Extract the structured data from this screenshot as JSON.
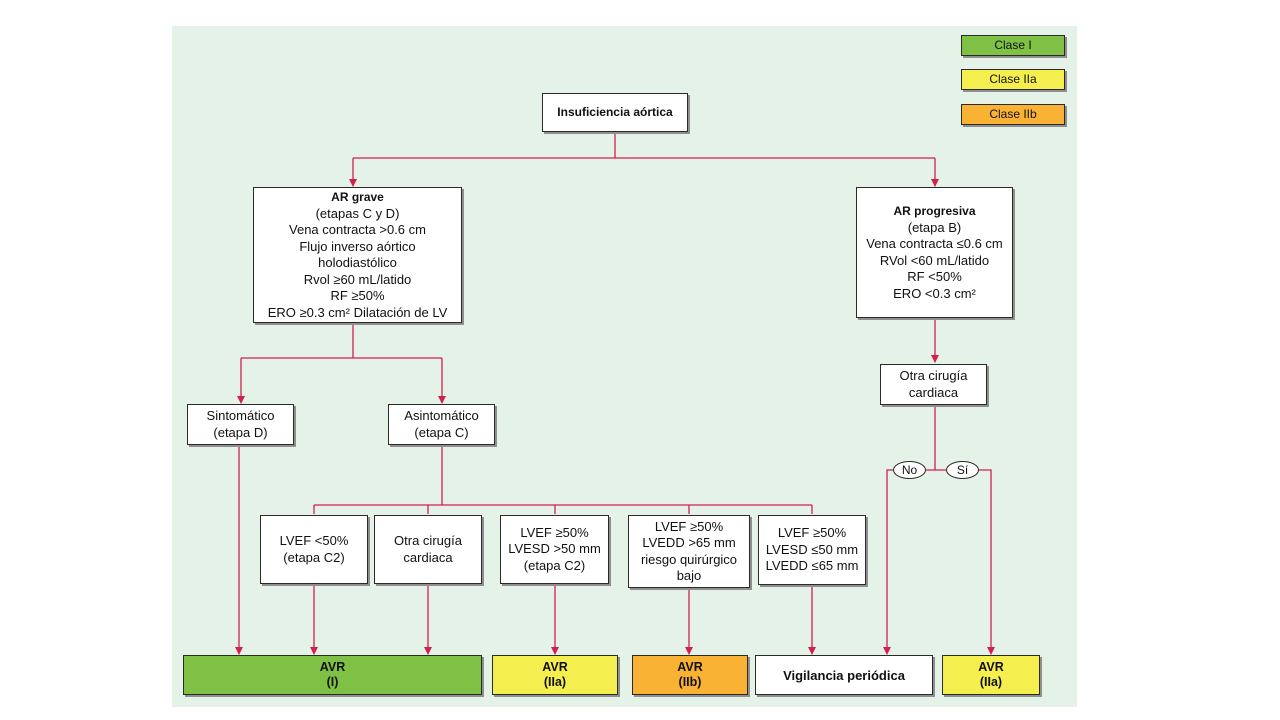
{
  "legend": [
    {
      "label": "Clase I",
      "color": "#7fc144"
    },
    {
      "label": "Clase IIa",
      "color": "#f4ee4f"
    },
    {
      "label": "Clase IIb",
      "color": "#f9b233"
    }
  ],
  "root": {
    "label": "Insuficiencia aórtica"
  },
  "severe": {
    "title": "AR grave",
    "lines": [
      "(etapas C y D)",
      "Vena contracta >0.6 cm",
      "Flujo inverso aórtico",
      "holodiastólico",
      "Rvol ≥60 mL/latido",
      "RF ≥50%",
      "ERO ≥0.3 cm² Dilatación de LV"
    ]
  },
  "progressive": {
    "title": "AR progresiva",
    "lines": [
      "(etapa B)",
      "Vena contracta ≤0.6 cm",
      "RVol <60 mL/latido",
      "RF <50%",
      "ERO <0.3 cm²"
    ]
  },
  "symptomatic": {
    "lines": [
      "Sintomático",
      "(etapa D)"
    ]
  },
  "asymptomatic": {
    "lines": [
      "Asintomático",
      "(etapa C)"
    ]
  },
  "other_surgery_right": {
    "lines": [
      "Otra cirugía",
      "cardiaca"
    ]
  },
  "decision": {
    "no": "No",
    "yes": "Sí"
  },
  "criteria": [
    {
      "lines": [
        "LVEF <50%",
        "(etapa C2)"
      ]
    },
    {
      "lines": [
        "Otra cirugía",
        "cardiaca"
      ]
    },
    {
      "lines": [
        "LVEF ≥50%",
        "LVESD >50 mm",
        "(etapa C2)"
      ]
    },
    {
      "lines": [
        "LVEF ≥50%",
        "LVEDD >65 mm",
        "riesgo quirúrgico",
        "bajo"
      ]
    },
    {
      "lines": [
        "LVEF ≥50%",
        "LVESD ≤50 mm",
        "LVEDD ≤65 mm"
      ]
    }
  ],
  "outcomes": [
    {
      "lines": [
        "AVR",
        "(I)"
      ],
      "color": "#7fc144"
    },
    {
      "lines": [
        "AVR",
        "(IIa)"
      ],
      "color": "#f4ee4f"
    },
    {
      "lines": [
        "AVR",
        "(IIb)"
      ],
      "color": "#f9b233"
    },
    {
      "lines": [
        "Vigilancia periódica"
      ],
      "color": "#ffffff"
    },
    {
      "lines": [
        "AVR",
        "(IIa)"
      ],
      "color": "#f4ee4f"
    }
  ]
}
